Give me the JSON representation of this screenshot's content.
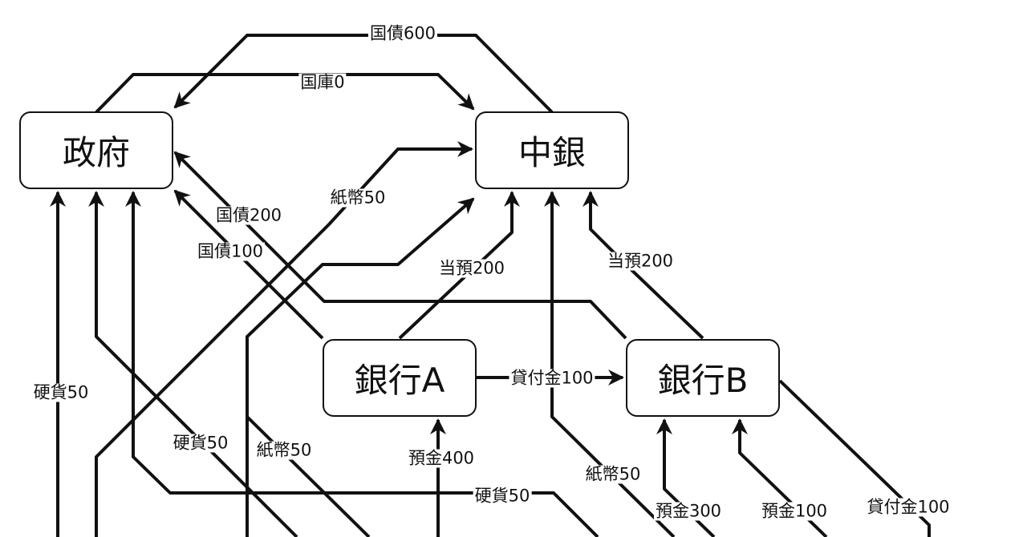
{
  "nodes": {
    "gov": "政府",
    "cb": "中銀",
    "bank_a": "銀行A",
    "bank_b": "銀行B"
  },
  "edges": {
    "kokusai_600": "国債600",
    "kokko_0": "国庫0",
    "shihei_50_cb": "紙幣50",
    "kokusai_200": "国債200",
    "kokusai_100": "国債100",
    "touyo_200_a": "当預200",
    "touyo_200_b": "当預200",
    "kashitsuke_100_ab": "貸付金100",
    "kouka_50_left": "硬貨50",
    "kouka_50_mid": "硬貨50",
    "shihei_50_mid": "紙幣50",
    "yokin_400": "預金400",
    "kouka_50_bottom": "硬貨50",
    "shihei_50_right": "紙幣50",
    "yokin_300": "預金300",
    "yokin_100": "預金100",
    "kashitsuke_100_b": "貸付金100"
  }
}
